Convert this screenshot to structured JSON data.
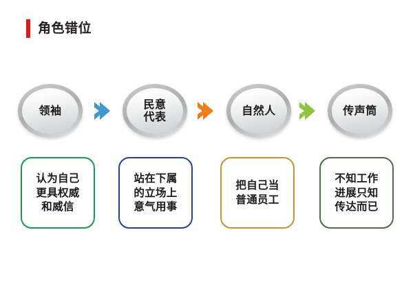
{
  "header": {
    "title": "角色错位",
    "accent_bar_color": "#d81a21",
    "title_color": "#231f20"
  },
  "flow": {
    "nodes": [
      {
        "label": "领袖",
        "id": "leader"
      },
      {
        "label": "民意\n代表",
        "id": "public-opinion-representative"
      },
      {
        "label": "自然人",
        "id": "natural-person"
      },
      {
        "label": "传声筒",
        "id": "mouthpiece"
      }
    ],
    "arrows": [
      {
        "icon": "chevron-right-icon",
        "color": "#3f98d2"
      },
      {
        "icon": "chevron-right-icon",
        "color": "#f07d18"
      },
      {
        "icon": "chevron-right-icon",
        "color": "#8cc63f"
      }
    ],
    "node_style": {
      "shape": "ellipse",
      "fill_outer": "#b3b5b7",
      "fill_inner": "#f2f3f3"
    }
  },
  "descriptions": [
    {
      "text": "认为自己\n更具权威\n和威信",
      "border_color": "#119b4b",
      "id": "leader-desc"
    },
    {
      "text": "站在下属\n的立场上\n意气用事",
      "border_color": "#23409b",
      "id": "representative-desc"
    },
    {
      "text": "把自己当\n普通员工",
      "border_color": "#c4922a",
      "id": "natural-person-desc"
    },
    {
      "text": "不知工作\n进展只知\n传达而已",
      "border_color": "#4f6a49",
      "id": "mouthpiece-desc"
    }
  ]
}
